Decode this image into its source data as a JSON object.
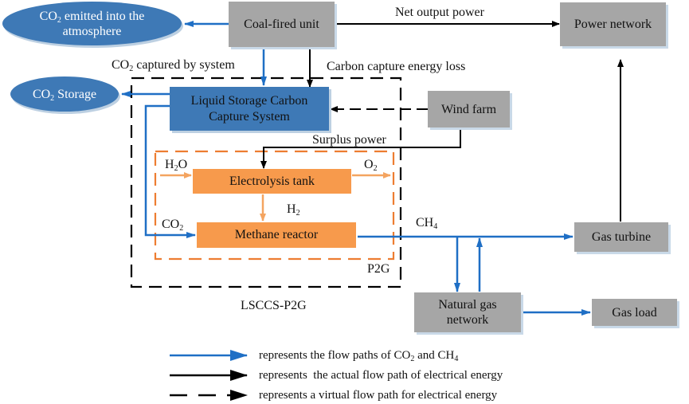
{
  "nodes": {
    "coal_fired_unit": "Coal-fired unit",
    "power_network": "Power network",
    "co2_emitted": {
      "pre": "CO",
      "sub": "2",
      "post": " emitted into the",
      "line2": "atmosphere"
    },
    "co2_storage": {
      "pre": "CO",
      "sub": "2",
      "post": " Storage"
    },
    "lsccs": {
      "line1": "Liquid Storage Carbon",
      "line2": "Capture System"
    },
    "wind_farm": "Wind farm",
    "electrolysis_tank": "Electrolysis tank",
    "methane_reactor": "Methane reactor",
    "gas_turbine": "Gas turbine",
    "natural_gas_network": {
      "line1": "Natural gas",
      "line2": "network"
    },
    "gas_load": "Gas load"
  },
  "labels": {
    "net_output_power": "Net output power",
    "co2_captured": {
      "pre": "CO",
      "sub": "2",
      "post": " captured by system"
    },
    "carbon_capture_loss": "Carbon capture energy loss",
    "surplus_power": "Surplus power",
    "h2o": {
      "pre": "H",
      "sub": "2",
      "post": "O"
    },
    "o2": {
      "pre": "O",
      "sub": "2",
      "post": ""
    },
    "h2": {
      "pre": "H",
      "sub": "2",
      "post": ""
    },
    "co2_in": {
      "pre": "CO",
      "sub": "2",
      "post": ""
    },
    "ch4": {
      "pre": "CH",
      "sub": "4",
      "post": ""
    },
    "p2g": "P2G",
    "lsccs_p2g": "LSCCS-P2G"
  },
  "legend": [
    {
      "style": "blue",
      "text_pre": "represents the flow paths of CO",
      "sub1": "2",
      "mid": " and CH",
      "sub2": "4"
    },
    {
      "style": "black",
      "text": "represents  the actual flow path of electrical energy"
    },
    {
      "style": "dashed",
      "text": "represents a virtual flow path for electrical energy"
    }
  ],
  "colors": {
    "gray_box": "#a6a6a6",
    "blue_box": "#3e79b6",
    "orange_box": "#f79a4c",
    "blue_arrow": "#1f6fc5",
    "orange_arrow": "#f4a460",
    "orange_dash": "#ed7d31",
    "black": "#000000"
  }
}
